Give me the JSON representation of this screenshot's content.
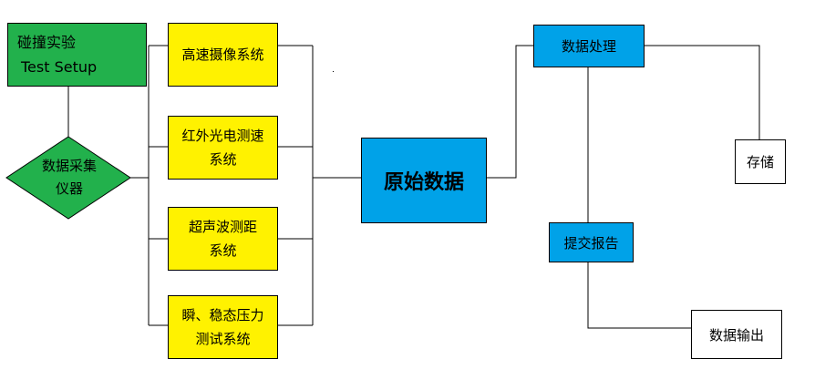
{
  "setup": {
    "line1": "碰撞实验",
    "line2": "Test  Setup"
  },
  "daq": {
    "line1": "数据采集",
    "line2": "仪器"
  },
  "systems": [
    {
      "lines": [
        "高速摄像系统"
      ]
    },
    {
      "lines": [
        "红外光电测速",
        "系统"
      ]
    },
    {
      "lines": [
        "超声波测距",
        "系统"
      ]
    },
    {
      "lines": [
        "瞬、稳态压力",
        "测试系统"
      ]
    }
  ],
  "raw_data": "原始数据",
  "processing": "数据处理",
  "storage": "存储",
  "report": "提交报告",
  "output": "数据输出",
  "colors": {
    "green": "#22b14c",
    "yellow": "#fff200",
    "blue": "#00a2e8",
    "line": "#000000"
  }
}
